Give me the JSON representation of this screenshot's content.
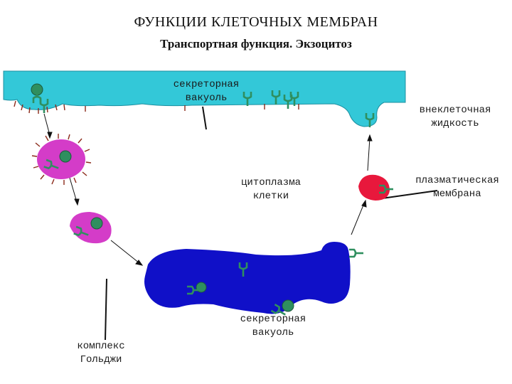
{
  "title": "ФУНКЦИИ КЛЕТОЧНЫХ МЕМБРАН",
  "subtitle": "Транспортная функция. Экзоцитоз",
  "labels": {
    "vacuole_top": [
      "секреторная",
      "вакуоль"
    ],
    "extracellular": [
      "внеклеточная",
      "жидкость"
    ],
    "cytoplasm": [
      "цитоплазма",
      "клетки"
    ],
    "plasma_membrane": [
      "плазматическая",
      "мембрана"
    ],
    "golgi": [
      "комплекс",
      "Гольджи"
    ],
    "vacuole_bottom": [
      "секреторная",
      "вакуоль"
    ]
  },
  "colors": {
    "extracellular_fluid": "#33c8d8",
    "golgi": "#1010c8",
    "vacuole_magenta": "#d43cc8",
    "vacuole_red": "#e8183c",
    "receptor": "#2f8f5f",
    "coat_dots": "#8b2a1a"
  }
}
